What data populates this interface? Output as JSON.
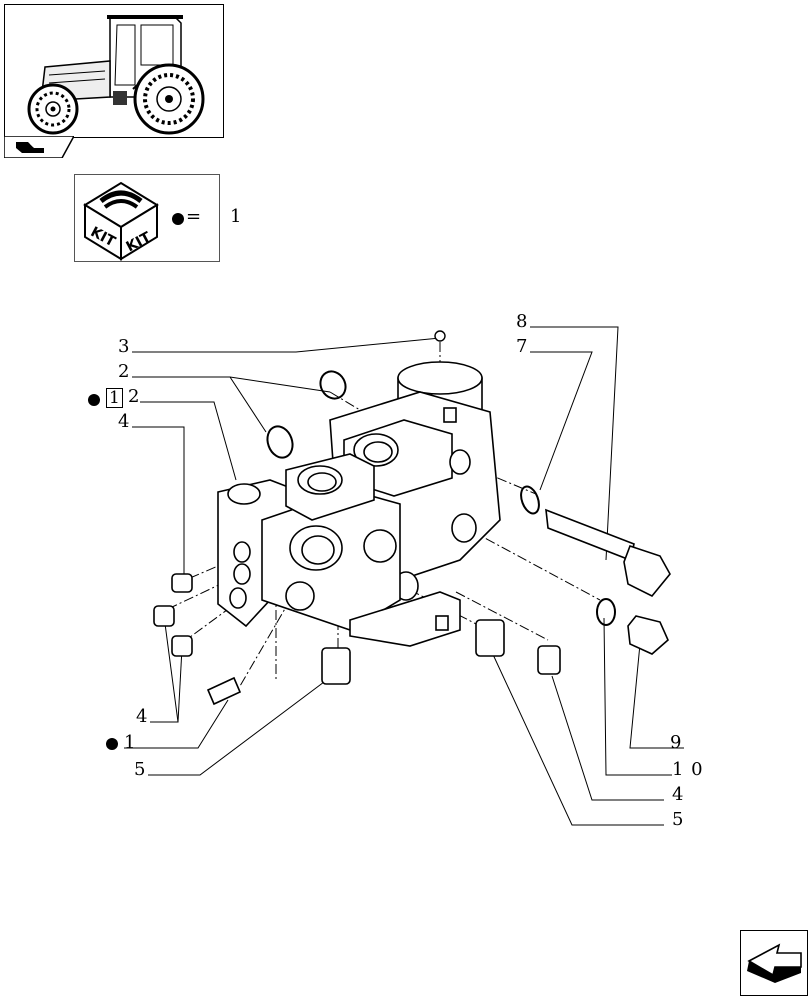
{
  "legend": {
    "kit_text_1": "KIT",
    "kit_text_2": "KIT",
    "equals": "=",
    "number": "1"
  },
  "callouts": {
    "c3": "3",
    "c2": "2",
    "c12": "1",
    "c12b": "2",
    "c4_top": "4",
    "c4_bottom": "4",
    "c1": "1",
    "c5_left": "5",
    "c8": "8",
    "c7": "7",
    "c9": "9",
    "c10": "1 0",
    "c4_right": "4",
    "c5_right": "5"
  }
}
